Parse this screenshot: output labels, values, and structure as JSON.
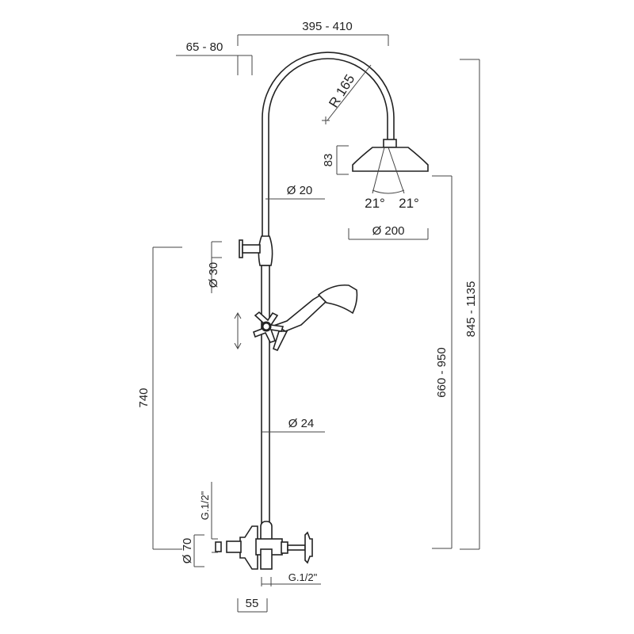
{
  "dimensions": {
    "arm_reach": "395 - 410",
    "wall_offset": "65 - 80",
    "arc_radius": "R 165",
    "head_height": "83",
    "spray_angle_left": "21°",
    "spray_angle_right": "21°",
    "upper_pipe_diameter": "Ø 20",
    "head_diameter": "Ø 200",
    "bracket_diameter": "Ø 30",
    "bracket_height": "740",
    "lower_pipe_diameter": "Ø 24",
    "head_clearance": "660 - 950",
    "total_height": "845 - 1135",
    "inlet_thread": "G.1/2\"",
    "outlet_thread": "G.1/2\"",
    "flange_diameter": "Ø 70",
    "valve_depth": "55"
  }
}
